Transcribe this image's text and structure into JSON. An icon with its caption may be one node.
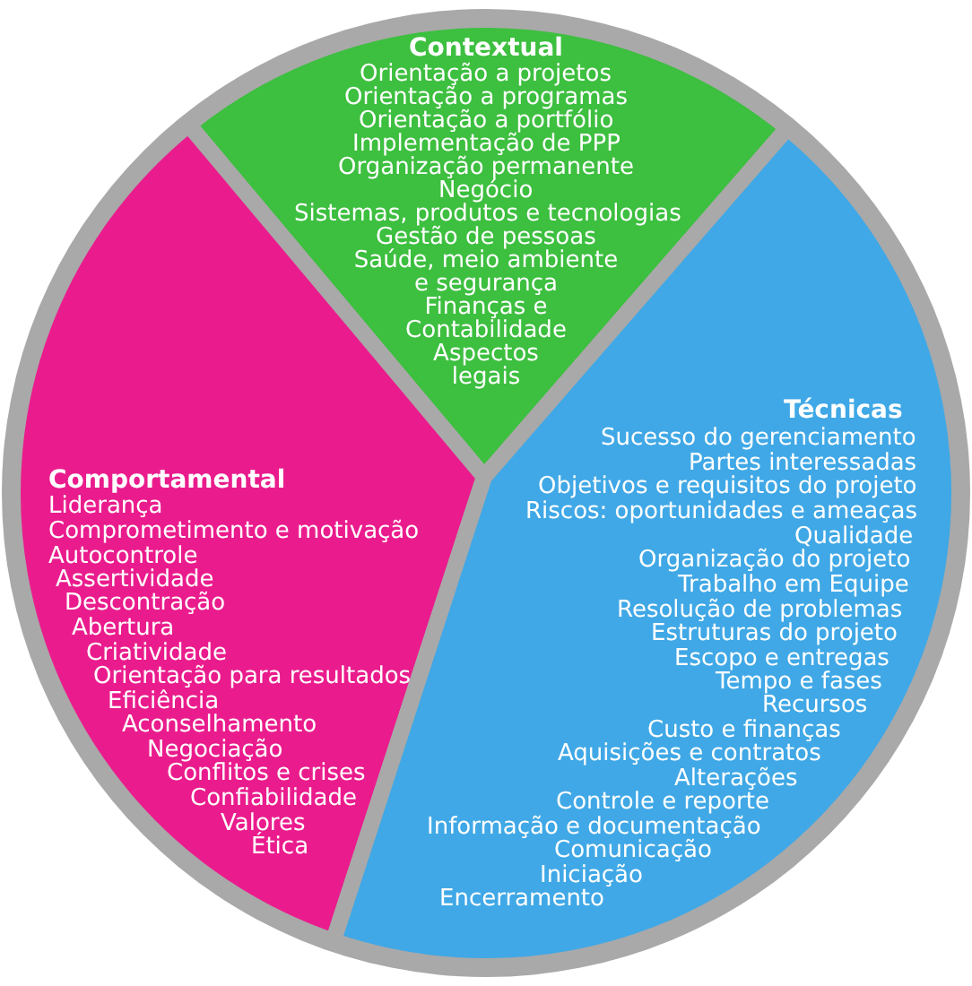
{
  "diagram": {
    "nodes": [
      {
        "text": [
          "Contextual",
          "Orientação a projetos",
          "Orientação a programas",
          "Orientação a portfólio",
          "Implementação de PPP",
          "Organização permanente",
          "Negócio",
          "Sistemas, produtos e tecnologias",
          "Gestão de pessoas",
          "Saúde, meio ambiente e segurança",
          "Finanças e Contabilidade",
          "Aspectos legais"
        ]
      },
      {
        "text": [
          "Comportamental",
          "Liderança",
          "Comprometimento e motivação",
          "Autocontrole",
          "Assertividade",
          "Descontração",
          "Abertura",
          "Criatividade",
          "Orientação para resultados",
          "Eficiência",
          "Aconselhamento",
          "Negociação",
          "Conflitos e crises",
          "Confiabilidade",
          "Valores",
          "Ética"
        ]
      },
      {
        "text": [
          "Técnicas",
          "Sucesso do gerenciamento",
          "Partes interessadas",
          "Objetivos e requisitos do projeto",
          "Riscos: oportunidades e ameaças",
          "Qualidade",
          "Organização do projeto",
          "Trabalho em Equipe",
          "Resolução de problemas",
          "Estruturas do projeto",
          "Escopo e entregas",
          "Tempo e fases",
          "Recursos",
          "Custo e finanças",
          "Aquisições e contratos",
          "Alterações",
          "Controle e reporte",
          "Informação e documentação",
          "Comunicação",
          "Iniciação",
          "Encerramento"
        ]
      }
    ]
  }
}
